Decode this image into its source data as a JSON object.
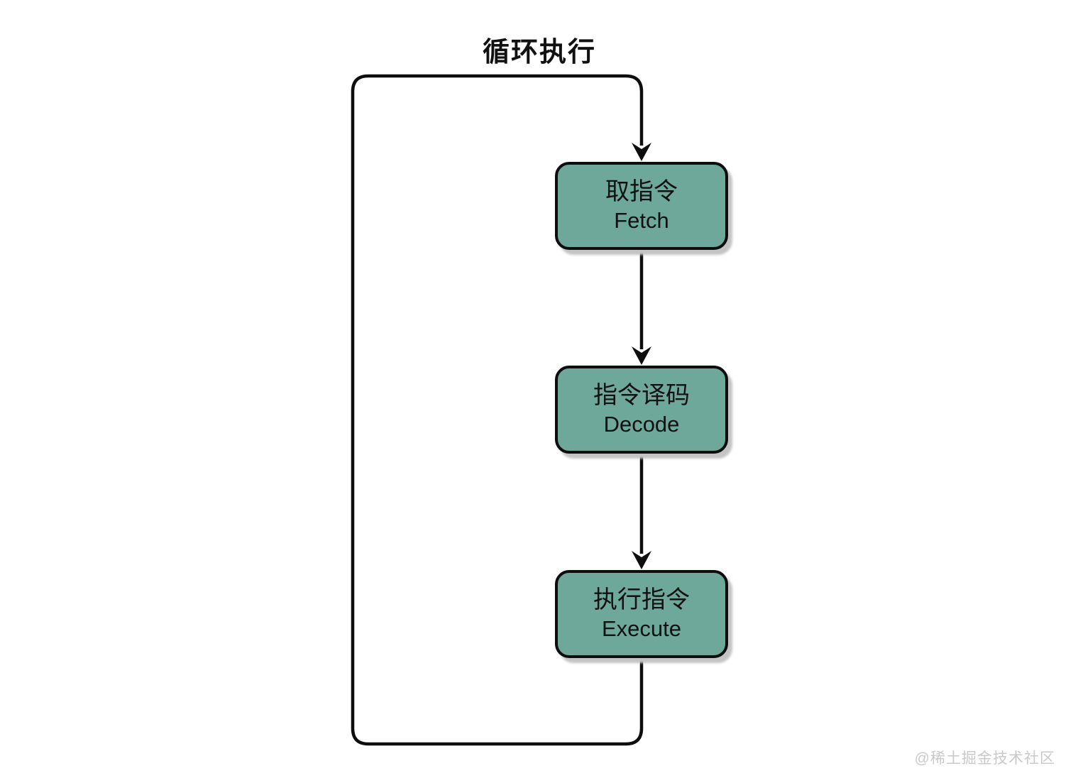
{
  "page": {
    "background": "#FFFFFF",
    "watermark": "@稀土掘金技术社区"
  },
  "flowchart": {
    "type": "diagram",
    "title": "循环执行",
    "nodes": [
      {
        "id": "fetch",
        "label_zh": "取指令",
        "label_en": "Fetch"
      },
      {
        "id": "decode",
        "label_zh": "指令译码",
        "label_en": "Decode"
      },
      {
        "id": "execute",
        "label_zh": "执行指令",
        "label_en": "Execute"
      }
    ],
    "edges": [
      {
        "from": "loop-return",
        "to": "fetch"
      },
      {
        "from": "fetch",
        "to": "decode"
      },
      {
        "from": "decode",
        "to": "execute"
      },
      {
        "from": "execute",
        "to": "loop-return",
        "note": "feedback loop around left side"
      }
    ],
    "colors": {
      "node_fill": "#6EA89A",
      "node_border": "#0D0D0D",
      "connector": "#0D0D0D",
      "text": "#111111",
      "shadow": "#C4C4C4",
      "watermark": "#C9C9C9"
    }
  }
}
